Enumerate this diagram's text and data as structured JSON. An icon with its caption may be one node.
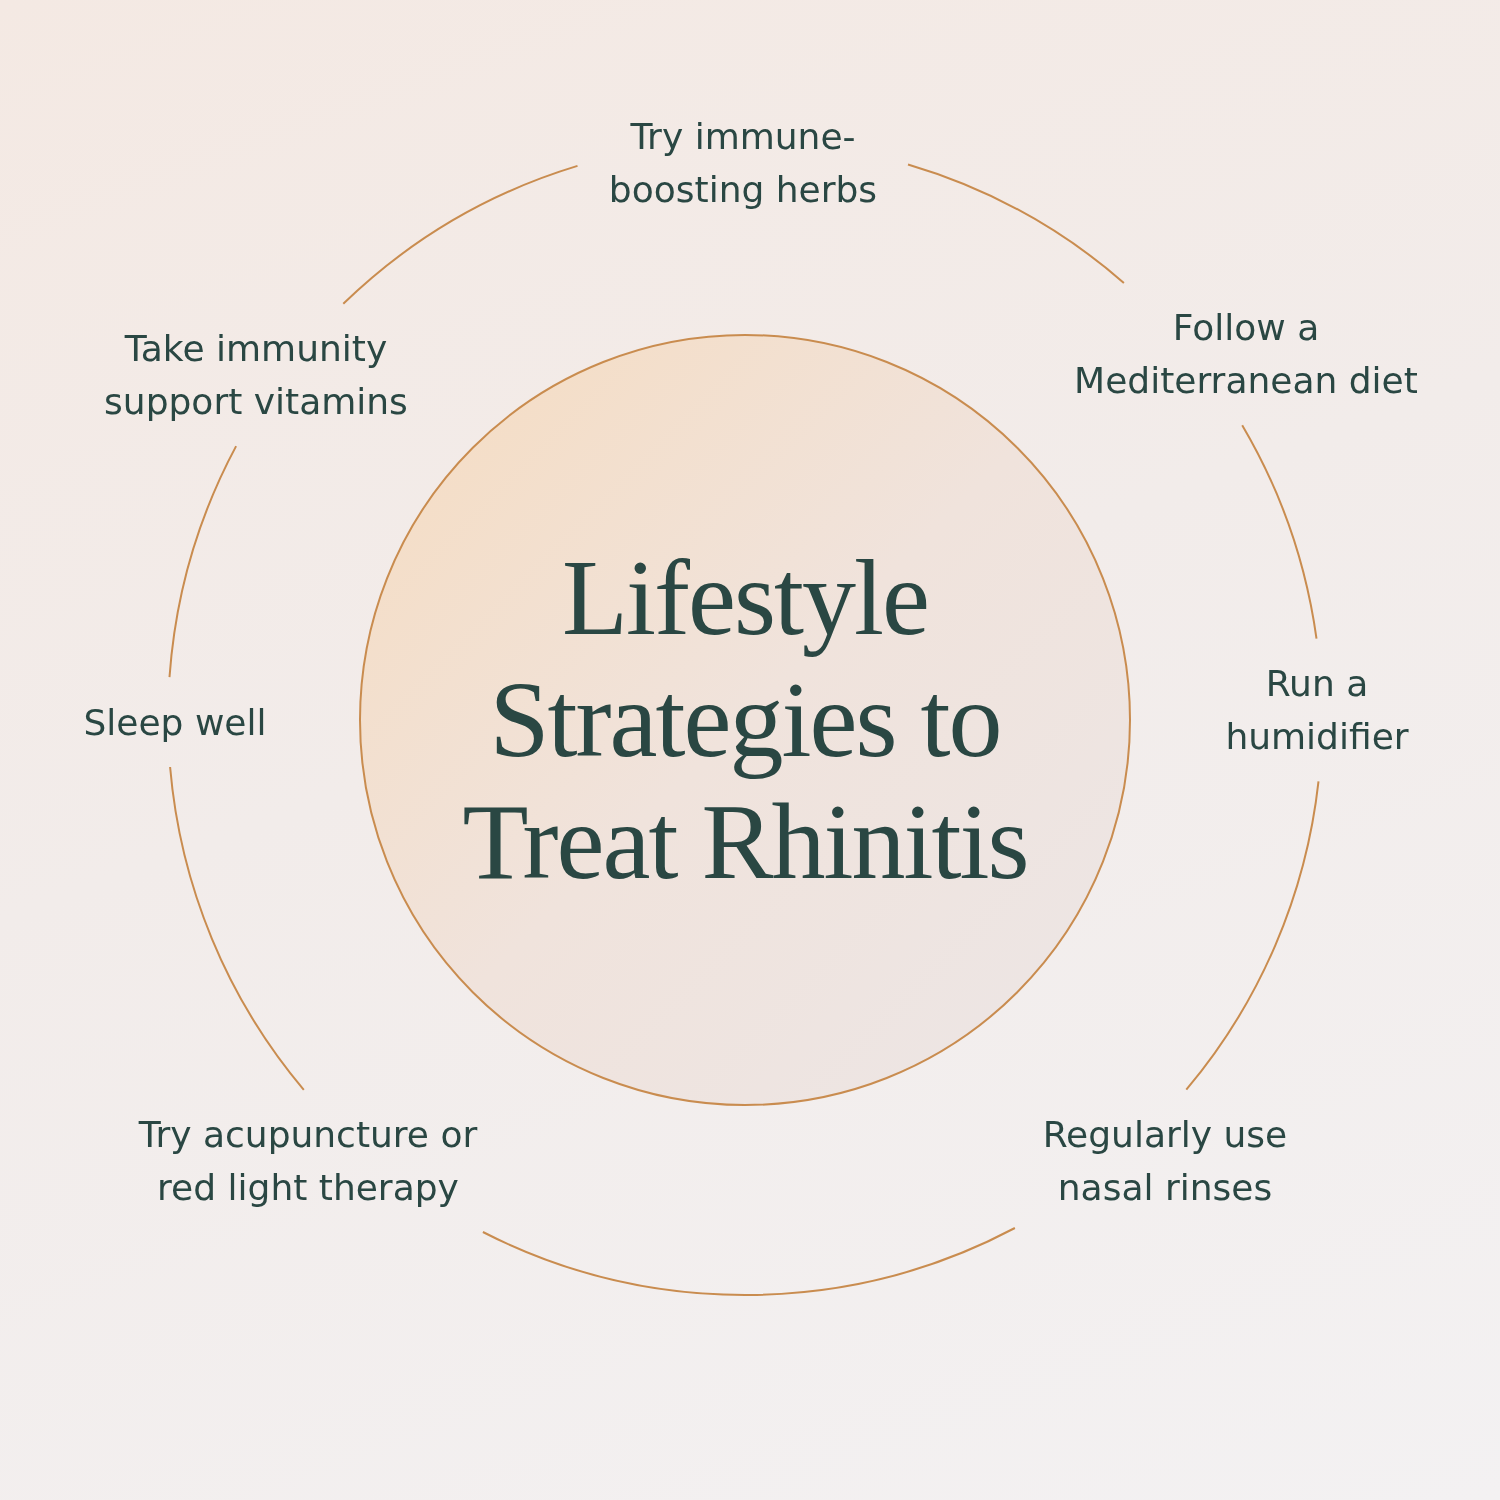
{
  "diagram": {
    "nodes": [
      {
        "text": [
          "Lifestyle Strategies to Treat Rhinitis"
        ]
      },
      {
        "text": [
          "Try immune- boosting herbs"
        ]
      },
      {
        "text": [
          "Follow a Mediterranean diet"
        ]
      },
      {
        "text": [
          "Run a humidifier"
        ]
      },
      {
        "text": [
          "Regularly use nasal rinses"
        ]
      },
      {
        "text": [
          "Try acupuncture or red light therapy"
        ]
      },
      {
        "text": [
          "Sleep well"
        ]
      },
      {
        "text": [
          "Take immunity support vitamins"
        ]
      }
    ],
    "edges": [
      {
        "from": 1,
        "to": 2,
        "arrow": "none"
      },
      {
        "from": 2,
        "to": 3,
        "arrow": "none"
      },
      {
        "from": 3,
        "to": 4,
        "arrow": "none"
      },
      {
        "from": 4,
        "to": 5,
        "arrow": "none"
      },
      {
        "from": 5,
        "to": 6,
        "arrow": "none"
      },
      {
        "from": 6,
        "to": 7,
        "arrow": "none"
      },
      {
        "from": 7,
        "to": 1,
        "arrow": "none"
      }
    ]
  }
}
